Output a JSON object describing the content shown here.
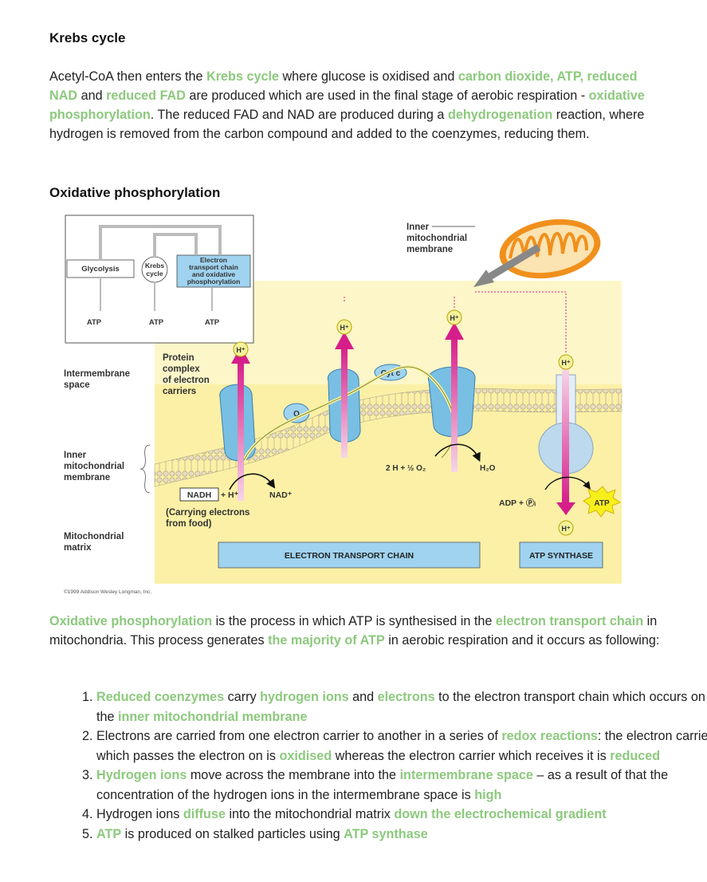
{
  "heading1": "Krebs cycle",
  "para1": [
    {
      "t": "Acetyl-CoA then enters the ",
      "g": false
    },
    {
      "t": "Krebs cycle",
      "g": true
    },
    {
      "t": " where glucose is oxidised and ",
      "g": false
    },
    {
      "t": "carbon dioxide, ATP, reduced NAD",
      "g": true
    },
    {
      "t": " and ",
      "g": false
    },
    {
      "t": "reduced FAD",
      "g": true
    },
    {
      "t": " are produced which are used in the final stage of aerobic respiration - ",
      "g": false
    },
    {
      "t": "oxidative phosphorylation",
      "g": true
    },
    {
      "t": ". The reduced FAD and NAD are produced during a ",
      "g": false
    },
    {
      "t": "dehydrogenation",
      "g": true
    },
    {
      "t": " reaction, where hydrogen is removed from the carbon compound and added to the coenzymes, reducing them.",
      "g": false
    }
  ],
  "heading2": "Oxidative phosphorylation",
  "diagram": {
    "inset": {
      "glycolysis": "Glycolysis",
      "krebs": [
        "Krebs",
        "cycle"
      ],
      "etc": [
        "Electron",
        "transport chain",
        "and oxidative",
        "phosphorylation"
      ],
      "atp1": "ATP",
      "atp2": "ATP",
      "atp3": "ATP"
    },
    "inner_membrane_label": [
      "Inner",
      "mitochondrial",
      "membrane"
    ],
    "left_labels": {
      "intermembrane": [
        "Intermembrane",
        "space"
      ],
      "inner_membrane": [
        "Inner",
        "mitochondrial",
        "membrane"
      ],
      "matrix": [
        "Mitochondrial",
        "matrix"
      ]
    },
    "protein_complex": [
      "Protein",
      "complex",
      "of electron",
      "carriers"
    ],
    "hplus": "H⁺",
    "q": "Q",
    "cytc": "Cyt c",
    "water_reaction": "2 H + ½ O₂",
    "water": "H₂O",
    "nadh": "NADH",
    "nadh_plus": "+ H⁺",
    "nad": "NAD⁺",
    "carrying": [
      "(Carrying electrons",
      "from food)"
    ],
    "adp": "ADP + Ⓟᵢ",
    "atp_star": "ATP",
    "etc_box": "ELECTRON TRANSPORT CHAIN",
    "atp_synthase_box": "ATP SYNTHASE",
    "copyright": "©1999 Addison Wesley Longman, Inc.",
    "colors": {
      "matrix_yellow": "#fbf0a6",
      "space_yellow": "#fdf6c8",
      "protein_blue": "#78bfe3",
      "arrow_magenta": "#d61e8a",
      "box_blue": "#9fd3ef",
      "mito_orange": "#f0901c"
    }
  },
  "para2": [
    {
      "t": "Oxidative phosphorylation",
      "g": true
    },
    {
      "t": " is the process in which ATP is synthesised in the ",
      "g": false
    },
    {
      "t": "electron transport chain",
      "g": true
    },
    {
      "t": " in mitochondria. This process generates ",
      "g": false
    },
    {
      "t": "the majority of ATP",
      "g": true
    },
    {
      "t": " in aerobic respiration and it occurs as following:",
      "g": false
    }
  ],
  "steps": [
    [
      {
        "t": "Reduced coenzymes",
        "g": true
      },
      {
        "t": " carry ",
        "g": false
      },
      {
        "t": "hydrogen ions",
        "g": true
      },
      {
        "t": " and ",
        "g": false
      },
      {
        "t": "electrons",
        "g": true
      },
      {
        "t": " to the electron transport chain which occurs on the ",
        "g": false
      },
      {
        "t": "inner mitochondrial membrane",
        "g": true
      }
    ],
    [
      {
        "t": "Electrons are carried from one electron carrier to another in a series of ",
        "g": false
      },
      {
        "t": "redox reactions",
        "g": true
      },
      {
        "t": ": the electron carrier which passes the electron on is ",
        "g": false
      },
      {
        "t": "oxidised",
        "g": true
      },
      {
        "t": " whereas the electron carrier which receives it is ",
        "g": false
      },
      {
        "t": "reduced",
        "g": true
      }
    ],
    [
      {
        "t": "Hydrogen ions",
        "g": true
      },
      {
        "t": " move across the membrane into the ",
        "g": false
      },
      {
        "t": "intermembrane space",
        "g": true
      },
      {
        "t": " – as a result of that the concentration of the hydrogen ions in the intermembrane space is ",
        "g": false
      },
      {
        "t": "high",
        "g": true
      }
    ],
    [
      {
        "t": "Hydrogen ions ",
        "g": false
      },
      {
        "t": "diffuse",
        "g": true
      },
      {
        "t": " into the mitochondrial matrix ",
        "g": false
      },
      {
        "t": "down the electrochemical gradient",
        "g": true
      }
    ],
    [
      {
        "t": "ATP",
        "g": true
      },
      {
        "t": " is produced on stalked particles using ",
        "g": false
      },
      {
        "t": "ATP synthase",
        "g": true
      }
    ]
  ]
}
